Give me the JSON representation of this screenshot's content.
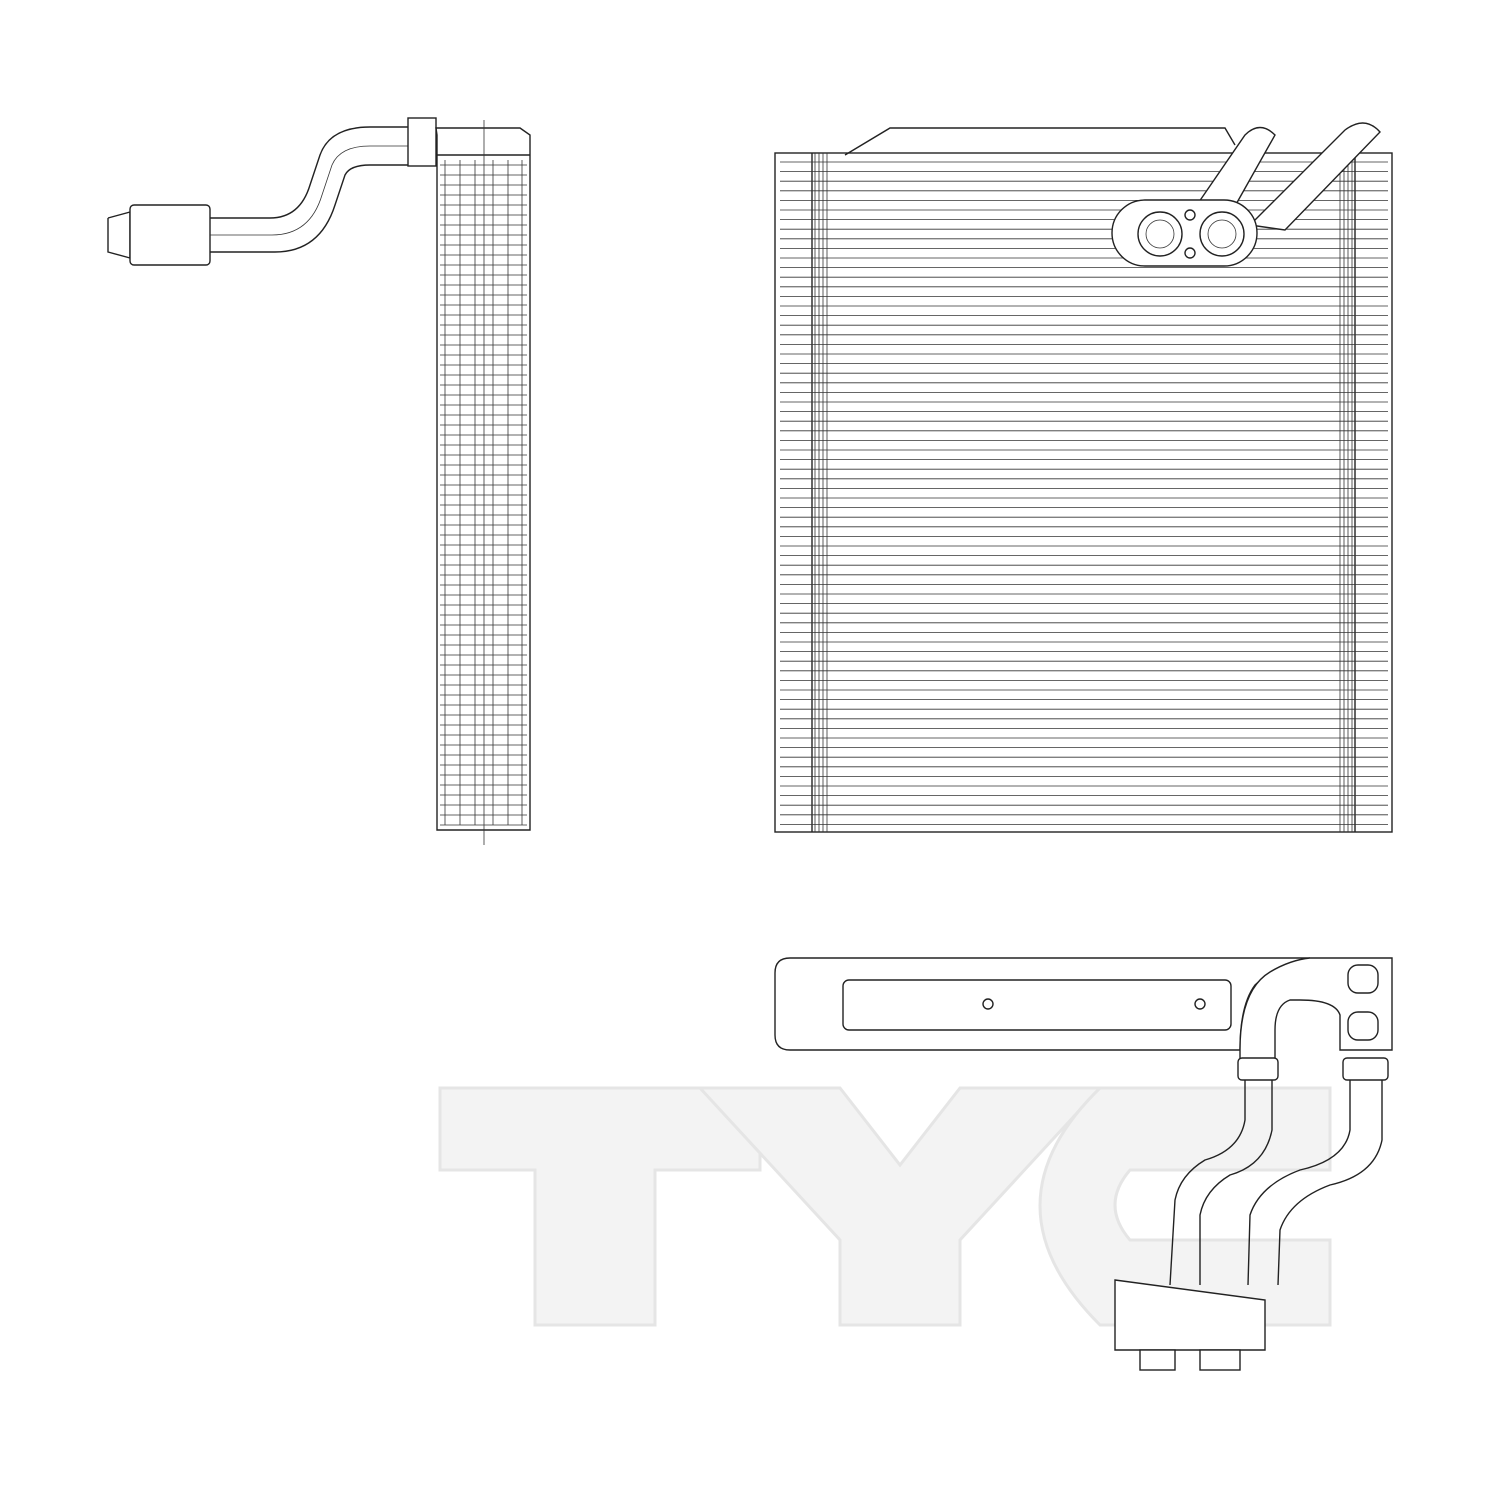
{
  "drawing": {
    "views": [
      "side-view",
      "front-view",
      "top-view"
    ],
    "line_color": "#222222",
    "background": "#ffffff"
  },
  "watermark": {
    "text": "TYC",
    "color": "#e6e6e6"
  }
}
